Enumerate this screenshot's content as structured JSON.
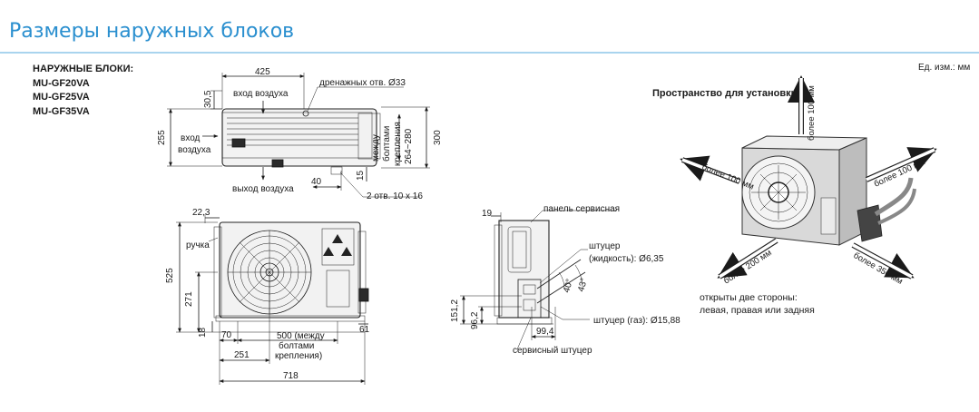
{
  "header": {
    "title": "Размеры наружных блоков"
  },
  "models": {
    "label": "НАРУЖНЫЕ БЛОКИ:",
    "list": [
      "MU-GF20VA",
      "MU-GF25VA",
      "MU-GF35VA"
    ]
  },
  "unit": "Ед. изм.: мм",
  "top_view": {
    "dim_425": "425",
    "dim_30_5": "30,5",
    "dim_255": "255",
    "dim_300": "300",
    "dim_40": "40",
    "dim_15": "15",
    "air_in_top": "вход воздуха",
    "air_in_left_1": "вход",
    "air_in_left_2": "воздуха",
    "air_out": "выход воздуха",
    "drain": "дренажных отв. Ø33",
    "holes": "2 отв. 10 x 16",
    "between_1": "между",
    "between_2": "болтами",
    "between_3": "крепления",
    "between_4": "264~280"
  },
  "front_view": {
    "dim_22_3": "22,3",
    "dim_525": "525",
    "dim_271": "271",
    "dim_18": "18",
    "dim_70": "70",
    "dim_251": "251",
    "dim_718": "718",
    "dim_61": "61",
    "handle": "ручка",
    "bolts_1": "500 (между",
    "bolts_2": "болтами",
    "bolts_3": "крепления)"
  },
  "side_view": {
    "dim_19": "19",
    "dim_151_2": "151,2",
    "dim_96_2": "96,2",
    "dim_99_4": "99,4",
    "angle_40": "40°",
    "angle_43": "43°",
    "service_panel": "панель сервисная",
    "fitting_1": "штуцер",
    "fitting_2": "(жидкость): Ø6,35",
    "gas": "штуцер (газ): Ø15,88",
    "service_port": "сервисный штуцер"
  },
  "installation": {
    "title": "Пространство для установки",
    "top": "более 100 мм",
    "left": "более 100 мм",
    "right": "более 100 мм",
    "front": "более 200 мм",
    "back": "более 350 мм",
    "note_1": "открыты две стороны:",
    "note_2": "левая, правая или задняя"
  }
}
